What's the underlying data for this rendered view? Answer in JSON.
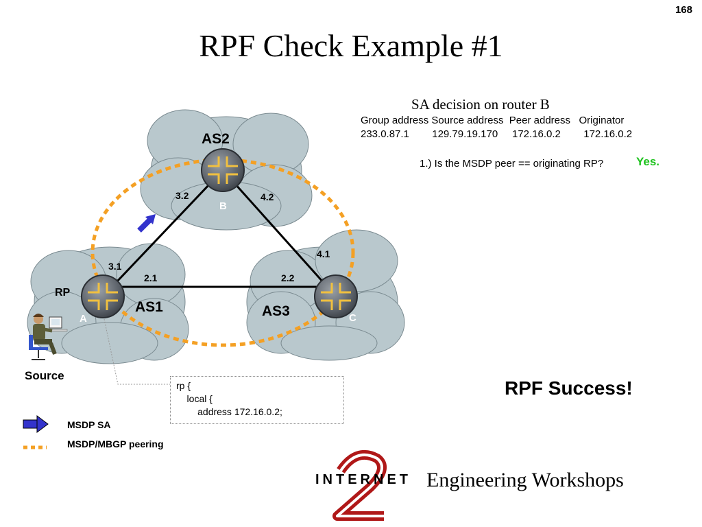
{
  "page_number": "168",
  "title": "RPF Check Example #1",
  "sa_decision": {
    "heading": "SA decision on router B",
    "headers": "Group address Source address  Peer address   Originator",
    "values": "233.0.87.1        129.79.19.170     172.16.0.2        172.16.0.2",
    "question": "1.) Is the MSDP peer == originating RP?",
    "answer": "Yes.",
    "answer_color": "#1fc31f"
  },
  "diagram": {
    "clouds": [
      {
        "name": "AS2",
        "label": "AS2"
      },
      {
        "name": "AS1",
        "label": "AS1"
      },
      {
        "name": "AS3",
        "label": "AS3"
      }
    ],
    "routers": [
      {
        "id": "B",
        "label": "B"
      },
      {
        "id": "A",
        "label": "A"
      },
      {
        "id": "C",
        "label": "C"
      }
    ],
    "interfaces": {
      "b_a": "3.2",
      "b_c": "4.2",
      "a_b": "3.1",
      "a_c": "2.1",
      "c_a": "2.2",
      "c_b": "4.1"
    },
    "rp_label": "RP",
    "source_label": "Source",
    "cloud_color": "#b9c8cd",
    "peering_color": "#f4a024",
    "sa_arrow_color": "#3333cc"
  },
  "config": {
    "lines": [
      "rp {",
      "    local {",
      "        address 172.16.0.2;"
    ]
  },
  "result": "RPF Success!",
  "legend": {
    "msdp_sa": "MSDP SA",
    "peering": "MSDP/MBGP peering"
  },
  "footer": {
    "logo_text": "INTERNET",
    "logo_numeral": "2",
    "workshop": "Engineering Workshops"
  }
}
